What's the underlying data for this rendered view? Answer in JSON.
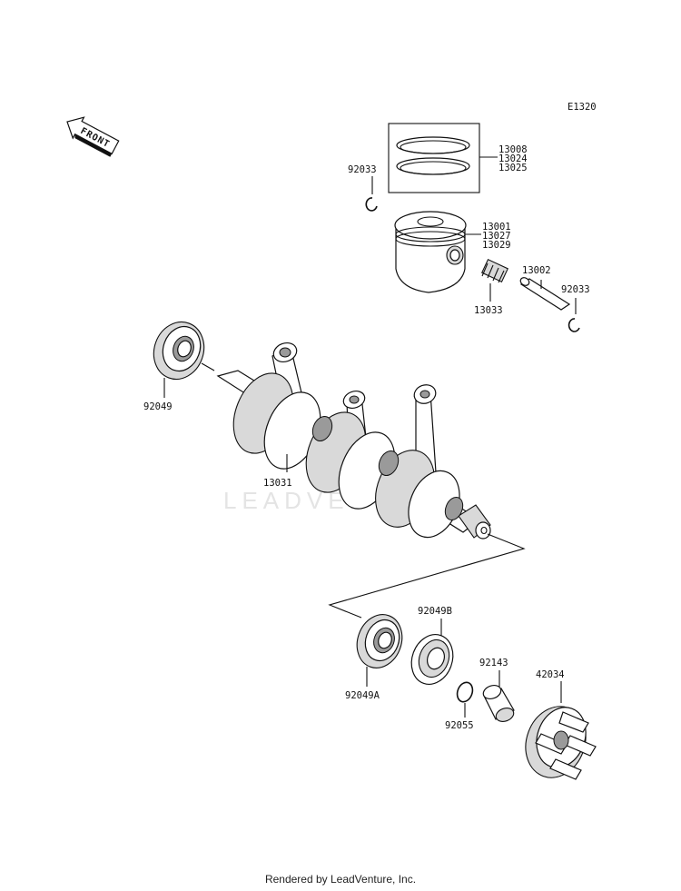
{
  "diagram_code": "E1320",
  "front_label": "FRONT",
  "watermark": "LEADVENTURE",
  "footer": "Rendered by LeadVenture, Inc.",
  "callouts": {
    "ring_set": [
      "13008",
      "13024",
      "13025"
    ],
    "piston": [
      "13001",
      "13027",
      "13029"
    ],
    "pin_bearing": "13033",
    "piston_pin": "13002",
    "circlip_left": "92033",
    "circlip_right": "92033",
    "oil_seal_left": "92049",
    "crankshaft": "13031",
    "oil_seal_a": "92049A",
    "oil_seal_b": "92049B",
    "o_ring": "92055",
    "collar": "92143",
    "coupling": "42034"
  }
}
